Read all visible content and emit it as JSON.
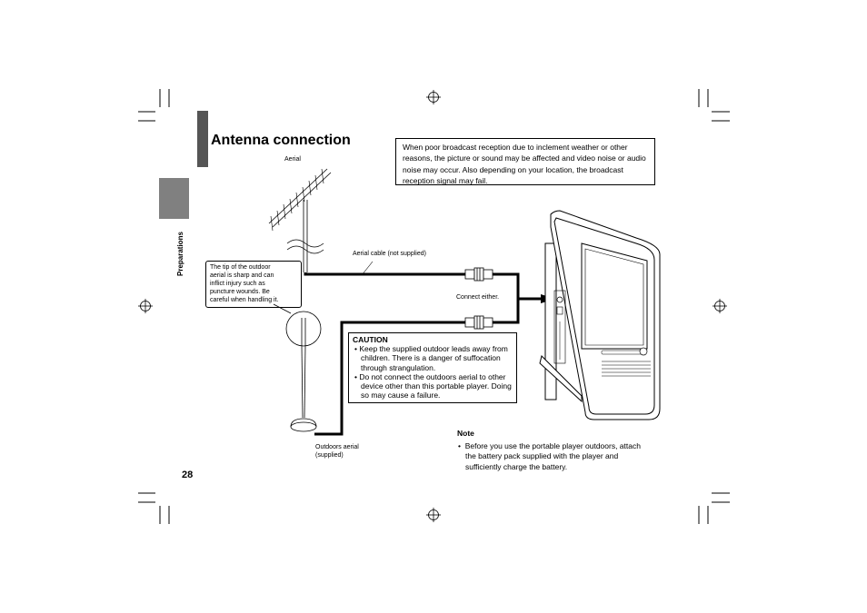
{
  "page": {
    "title": "Antenna connection",
    "section": "Preparations",
    "page_number": "28"
  },
  "reception_note": "When poor broadcast reception due to inclement weather or other reasons, the picture or sound may be affected and video noise or audio noise may occur. Also depending on your location, the broadcast reception signal may fail.",
  "labels": {
    "aerial": "Aerial",
    "aerial_cable": "Aerial cable (not supplied)",
    "connect_either": "Connect either.",
    "outdoors_aerial_line1": "Outdoors aerial",
    "outdoors_aerial_line2": "(supplied)"
  },
  "tip_warning": {
    "lines": [
      "The tip of the outdoor",
      "aerial is sharp and can",
      "inflict injury such as",
      "puncture wounds. Be",
      "careful when handling it."
    ]
  },
  "caution": {
    "heading": "CAUTION",
    "items": [
      "Keep the supplied outdoor leads away from children. There is a danger of suffocation through strangulation.",
      "Do not connect the outdoors aerial to other device other than this portable player. Doing so may cause a failure."
    ]
  },
  "note": {
    "heading": "Note",
    "items": [
      "Before you use the portable player outdoors, attach the battery pack supplied with the player and sufficiently charge the battery."
    ]
  }
}
